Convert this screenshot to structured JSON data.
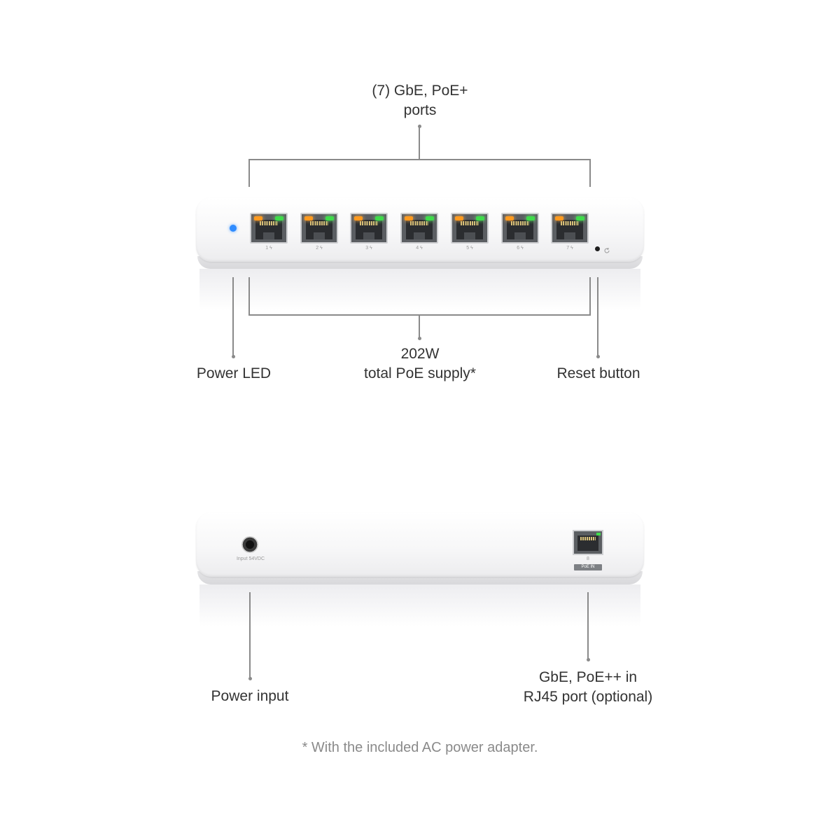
{
  "top_device": {
    "ports_label": "(7) GbE, PoE+\nports",
    "ports_label_line1": "(7) GbE, PoE+",
    "ports_label_line2": "ports",
    "port_numbers": [
      "1",
      "2",
      "3",
      "4",
      "5",
      "6",
      "7"
    ],
    "power_led_label": "Power LED",
    "poe_supply_line1": "202W",
    "poe_supply_line2": "total PoE supply*",
    "reset_label": "Reset button",
    "colors": {
      "power_led": "#2f8cff",
      "link_led_amber": "#ff9a1f",
      "link_led_green": "#3fdc4a"
    }
  },
  "bottom_device": {
    "power_input_label": "Power input",
    "power_jack_text": "Input 54VDC",
    "uplink_line1": "GbE, PoE++ in",
    "uplink_line2": "RJ45 port (optional)",
    "uplink_port_number": "8",
    "uplink_port_tag": "PoE IN"
  },
  "footnote": "* With the included AC power adapter."
}
